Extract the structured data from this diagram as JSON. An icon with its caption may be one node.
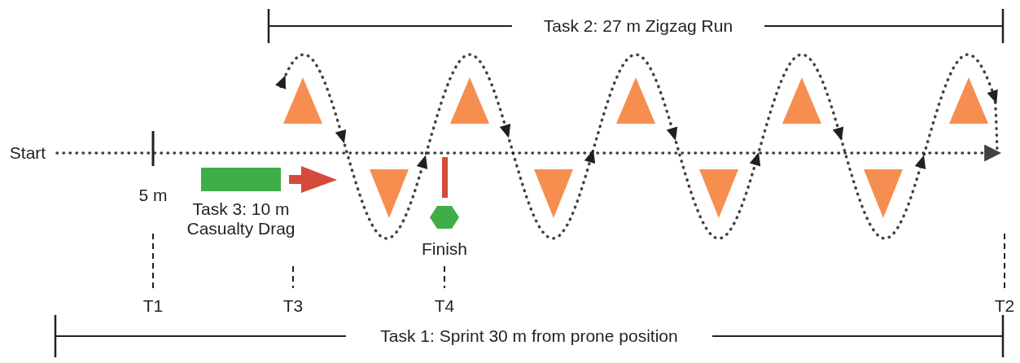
{
  "diagram": {
    "nodes": [
      {
        "text": [],
        "shape": "bar"
      }
    ],
    "labels": [
      "Task 2: 27 m Zigzag Run",
      "Start",
      "5 m",
      "Task 3: 10 m Casualty Drag",
      "Finish",
      "T1",
      "T3",
      "T4",
      "T2",
      "Task 1: Sprint 30 m from prone position"
    ]
  }
}
